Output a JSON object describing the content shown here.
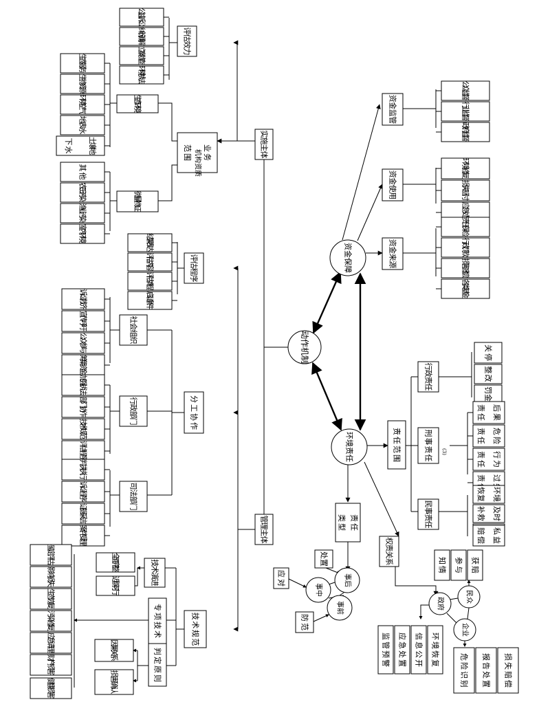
{
  "hubs": {
    "center": "动作机制",
    "fund": "资金保障",
    "liability": "环境责任"
  },
  "main_boxes": {
    "impl": "实施主体",
    "mgmt": "管理主体",
    "resp_range": "责任范围",
    "resp_type": "责任类型",
    "power": "权责关系"
  },
  "impl": {
    "scope": "业务范围",
    "qual": "机构资质",
    "eval_effect": "评估效力",
    "eval_effect_items": [
      "公益诉讼",
      "纠纷调解",
      "立案侦查",
      "环境执法"
    ],
    "eco_env": "生态环境",
    "eco_env_items": [
      "生态服务",
      "生物资源",
      "环境空气",
      "地表水",
      "土壤地下水"
    ],
    "micro": "微量物证",
    "micro_items": [
      "其他",
      "农田污染",
      "渔业污染",
      "室内环境"
    ]
  },
  "mgmt": {
    "eval_proc": "评估程序",
    "eval_proc_items": [
      "结果表达",
      "评估内容",
      "评估流程",
      "启动条件"
    ],
    "division": "分工协作",
    "social": "社会组织",
    "social_items": [
      "诉讼救济",
      "宣传呼吁",
      "公众参与",
      "筹集资金"
    ],
    "admin": "行政部门",
    "admin_items": [
      "加强执法",
      "部门协作",
      "技术规范",
      "评估程序"
    ],
    "judicial": "司法部门",
    "judicial_items": [
      "判决执行",
      "诉讼程序",
      "证据采信",
      "案件受理"
    ],
    "tech_norm": "技术规范",
    "tech_evo": "技术演进",
    "tech_evo_items": [
      "全面完整",
      "近期可行"
    ],
    "special": "专项技术",
    "special_items": [
      "鉴定评估",
      "影响损失",
      "生态恢复",
      "污染修复",
      "应急清理",
      "财产损害",
      "健康损害"
    ],
    "judge": "判定原则",
    "judge_items": [
      "因果关系",
      "损害确认"
    ]
  },
  "fund": {
    "supervise": "资金监管",
    "supervise_items": [
      "公众监督",
      "行业监督",
      "政府监督"
    ],
    "use": "资金使用",
    "use_items": [
      "环境修复",
      "损失赔付",
      "应急处置"
    ],
    "source": "资金来源",
    "source_items": [
      "责任保险",
      "行政罚款",
      "损害追偿",
      "各类基金"
    ]
  },
  "liability": {
    "admin_resp": "行政责任",
    "admin_resp_items": [
      "关停",
      "整改",
      "罚金"
    ],
    "criminal_resp": "刑事责任",
    "criminal_note": "(3)",
    "criminal_resp_items": [
      "后果责任",
      "危险责任",
      "行为责任",
      "过失责任"
    ],
    "civil_resp": "民事责任",
    "civil_resp_items": [
      "环境恢复",
      "及时补救",
      "私益赔偿"
    ]
  },
  "resp_type": {
    "during": "事中",
    "after": "事后",
    "before": "事前",
    "respond": "应对",
    "handle": "处置",
    "prevent": "防范"
  },
  "power": {
    "gov": "政府",
    "public": "民众",
    "enterprise": "企业",
    "public_items": [
      "知情",
      "参与",
      "获赔"
    ],
    "gov_items": [
      "监管预警",
      "应急处置",
      "信息公开",
      "环境恢复"
    ],
    "ent_items": [
      "危险识别",
      "报告处置",
      "损失赔偿"
    ]
  }
}
